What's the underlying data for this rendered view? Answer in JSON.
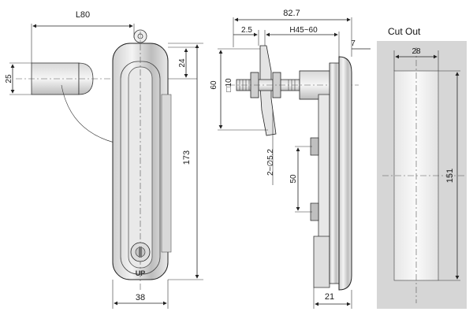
{
  "front_view": {
    "dim_length": "L80",
    "dim_rod": "25",
    "dim_top": "24",
    "dim_height": "173",
    "dim_width": "38",
    "embossed_text": "UP"
  },
  "side_view": {
    "dim_total": "82.7",
    "dim_plate": "2.5",
    "dim_adjust": "H45~60",
    "dim_flange": "7",
    "dim_shaft_height": "60",
    "dim_square": "□10",
    "dim_holes": "2~∅5.2",
    "dim_hole_spacing": "50",
    "dim_depth": "21"
  },
  "cut_out": {
    "title": "Cut Out",
    "dim_width": "28",
    "dim_height": "151"
  }
}
